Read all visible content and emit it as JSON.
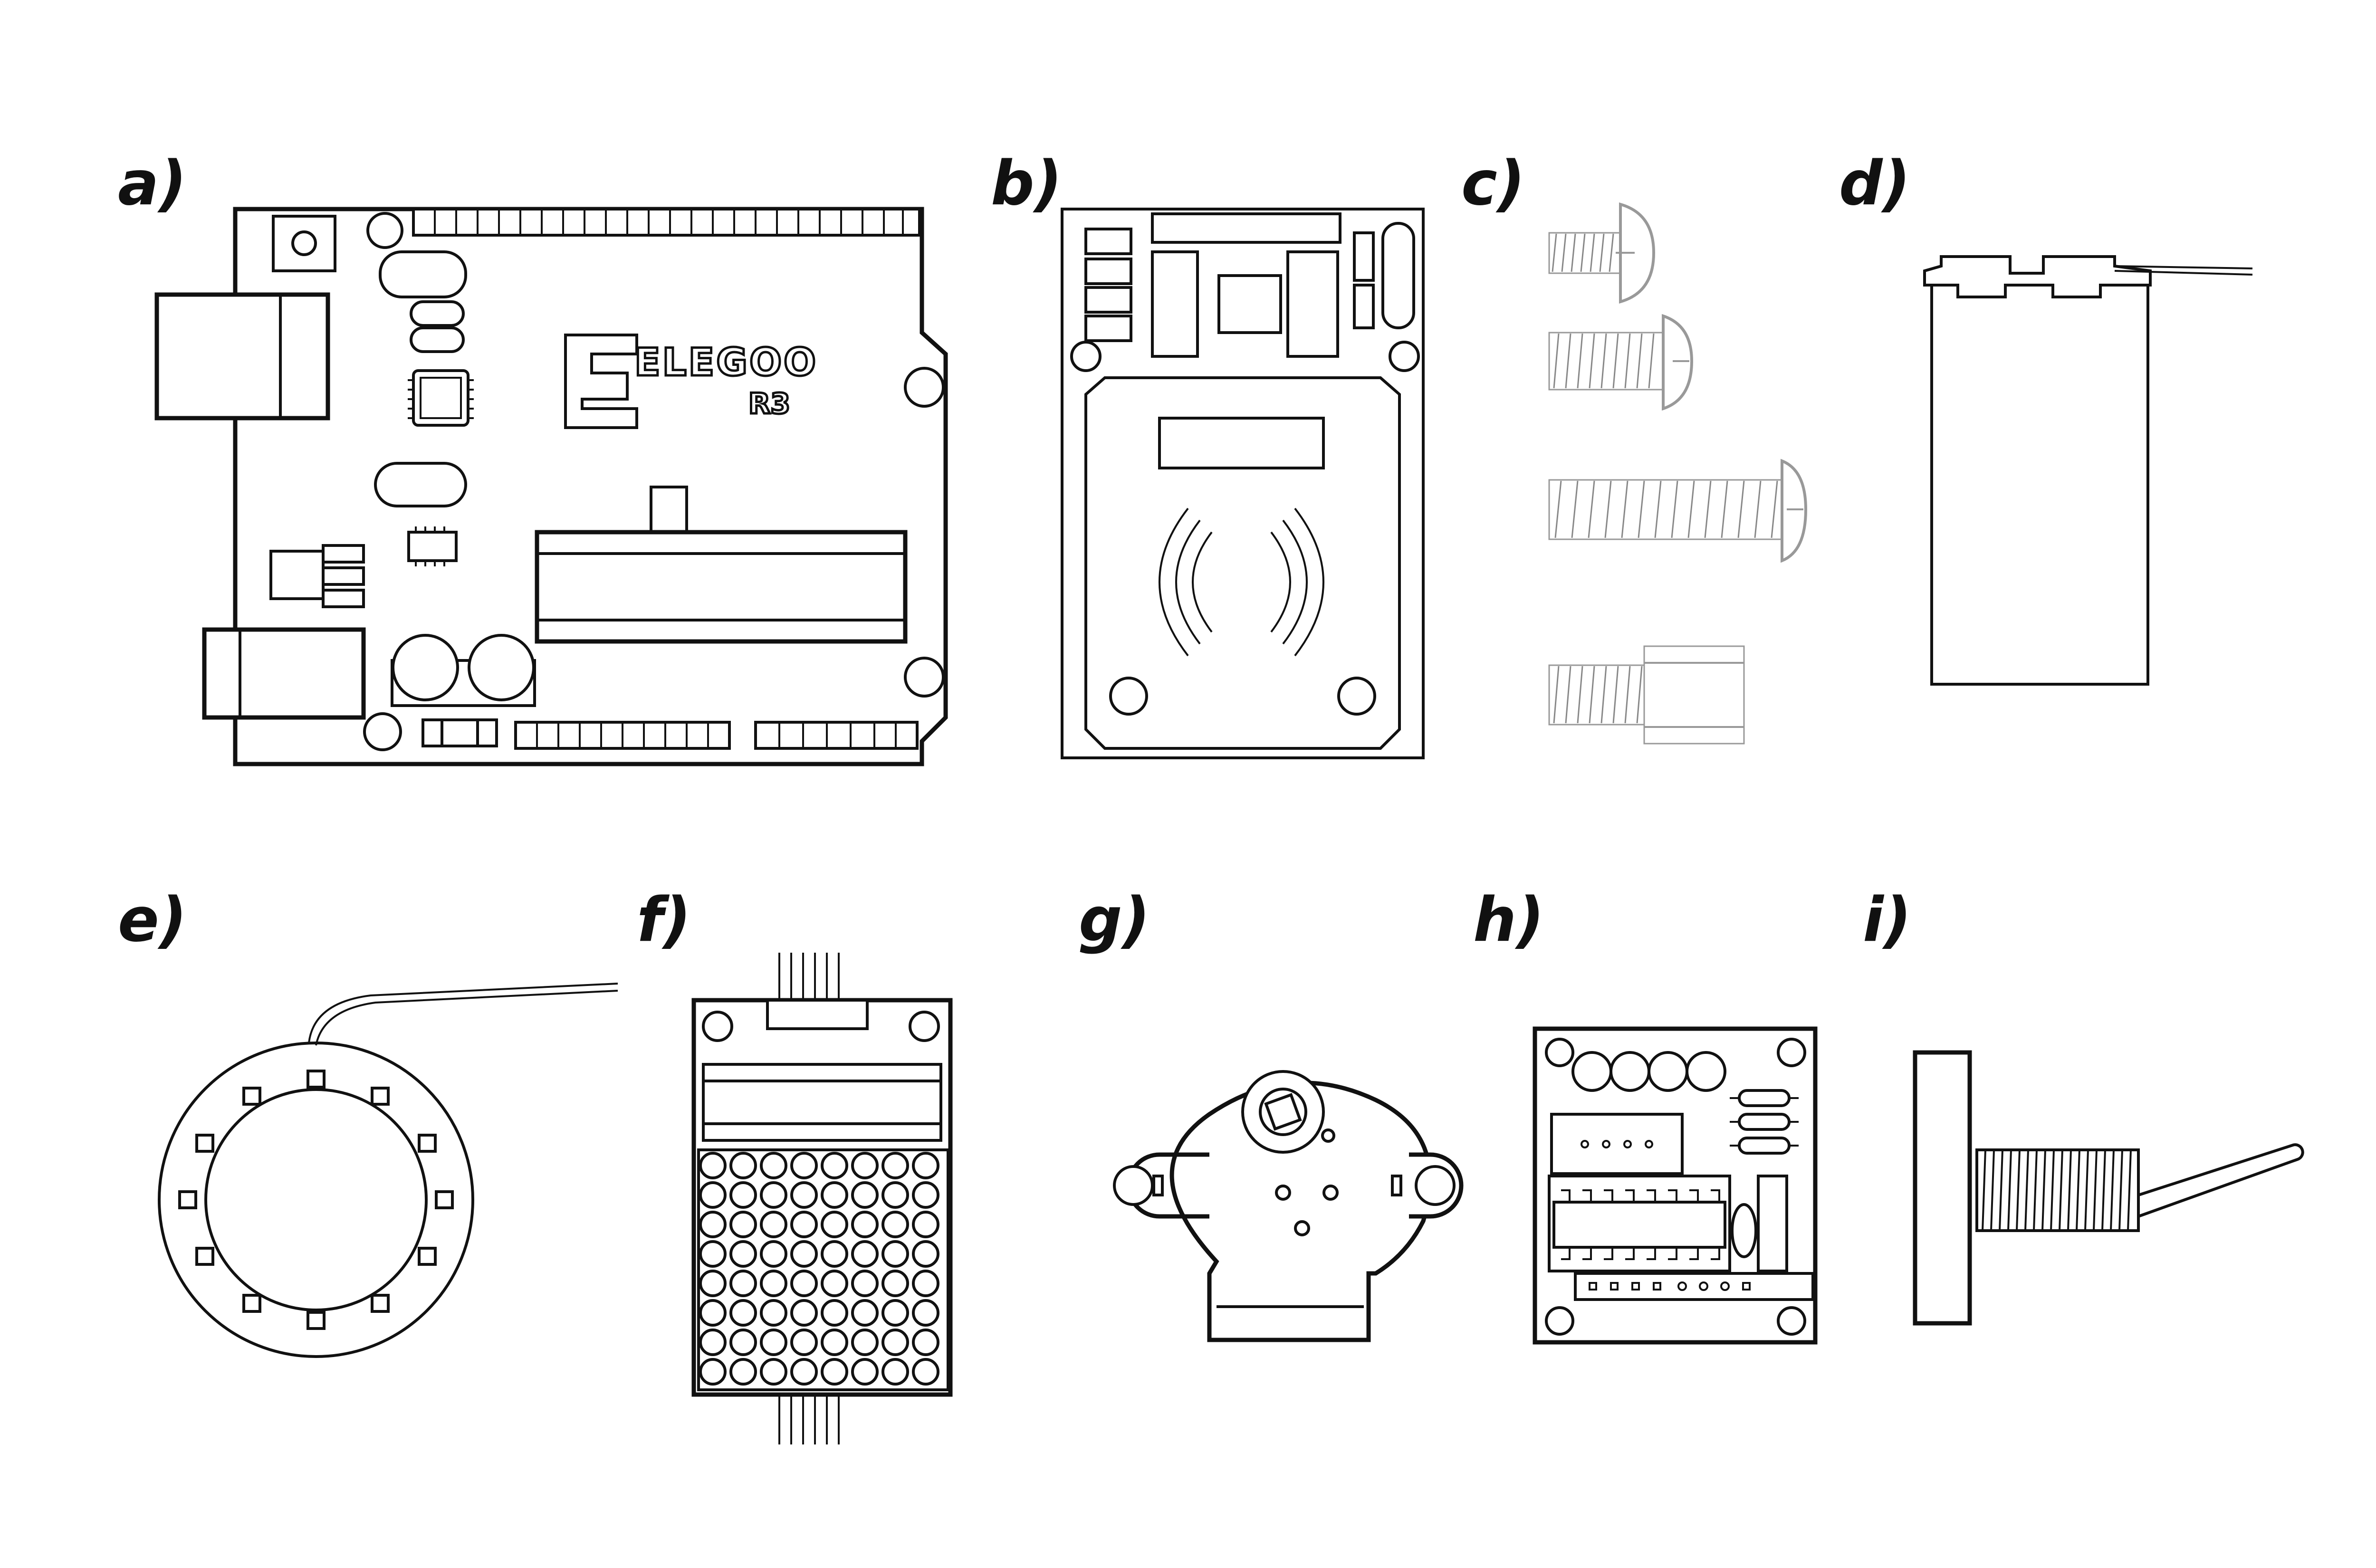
{
  "labels": {
    "a": "a)",
    "b": "b)",
    "c": "c)",
    "d": "d)",
    "e": "e)",
    "f": "f)",
    "g": "g)",
    "h": "h)",
    "i": "i)"
  },
  "arduino": {
    "brand": "ELEGOO",
    "model": "R3"
  },
  "colors": {
    "line": "#111111",
    "background": "#ffffff"
  }
}
